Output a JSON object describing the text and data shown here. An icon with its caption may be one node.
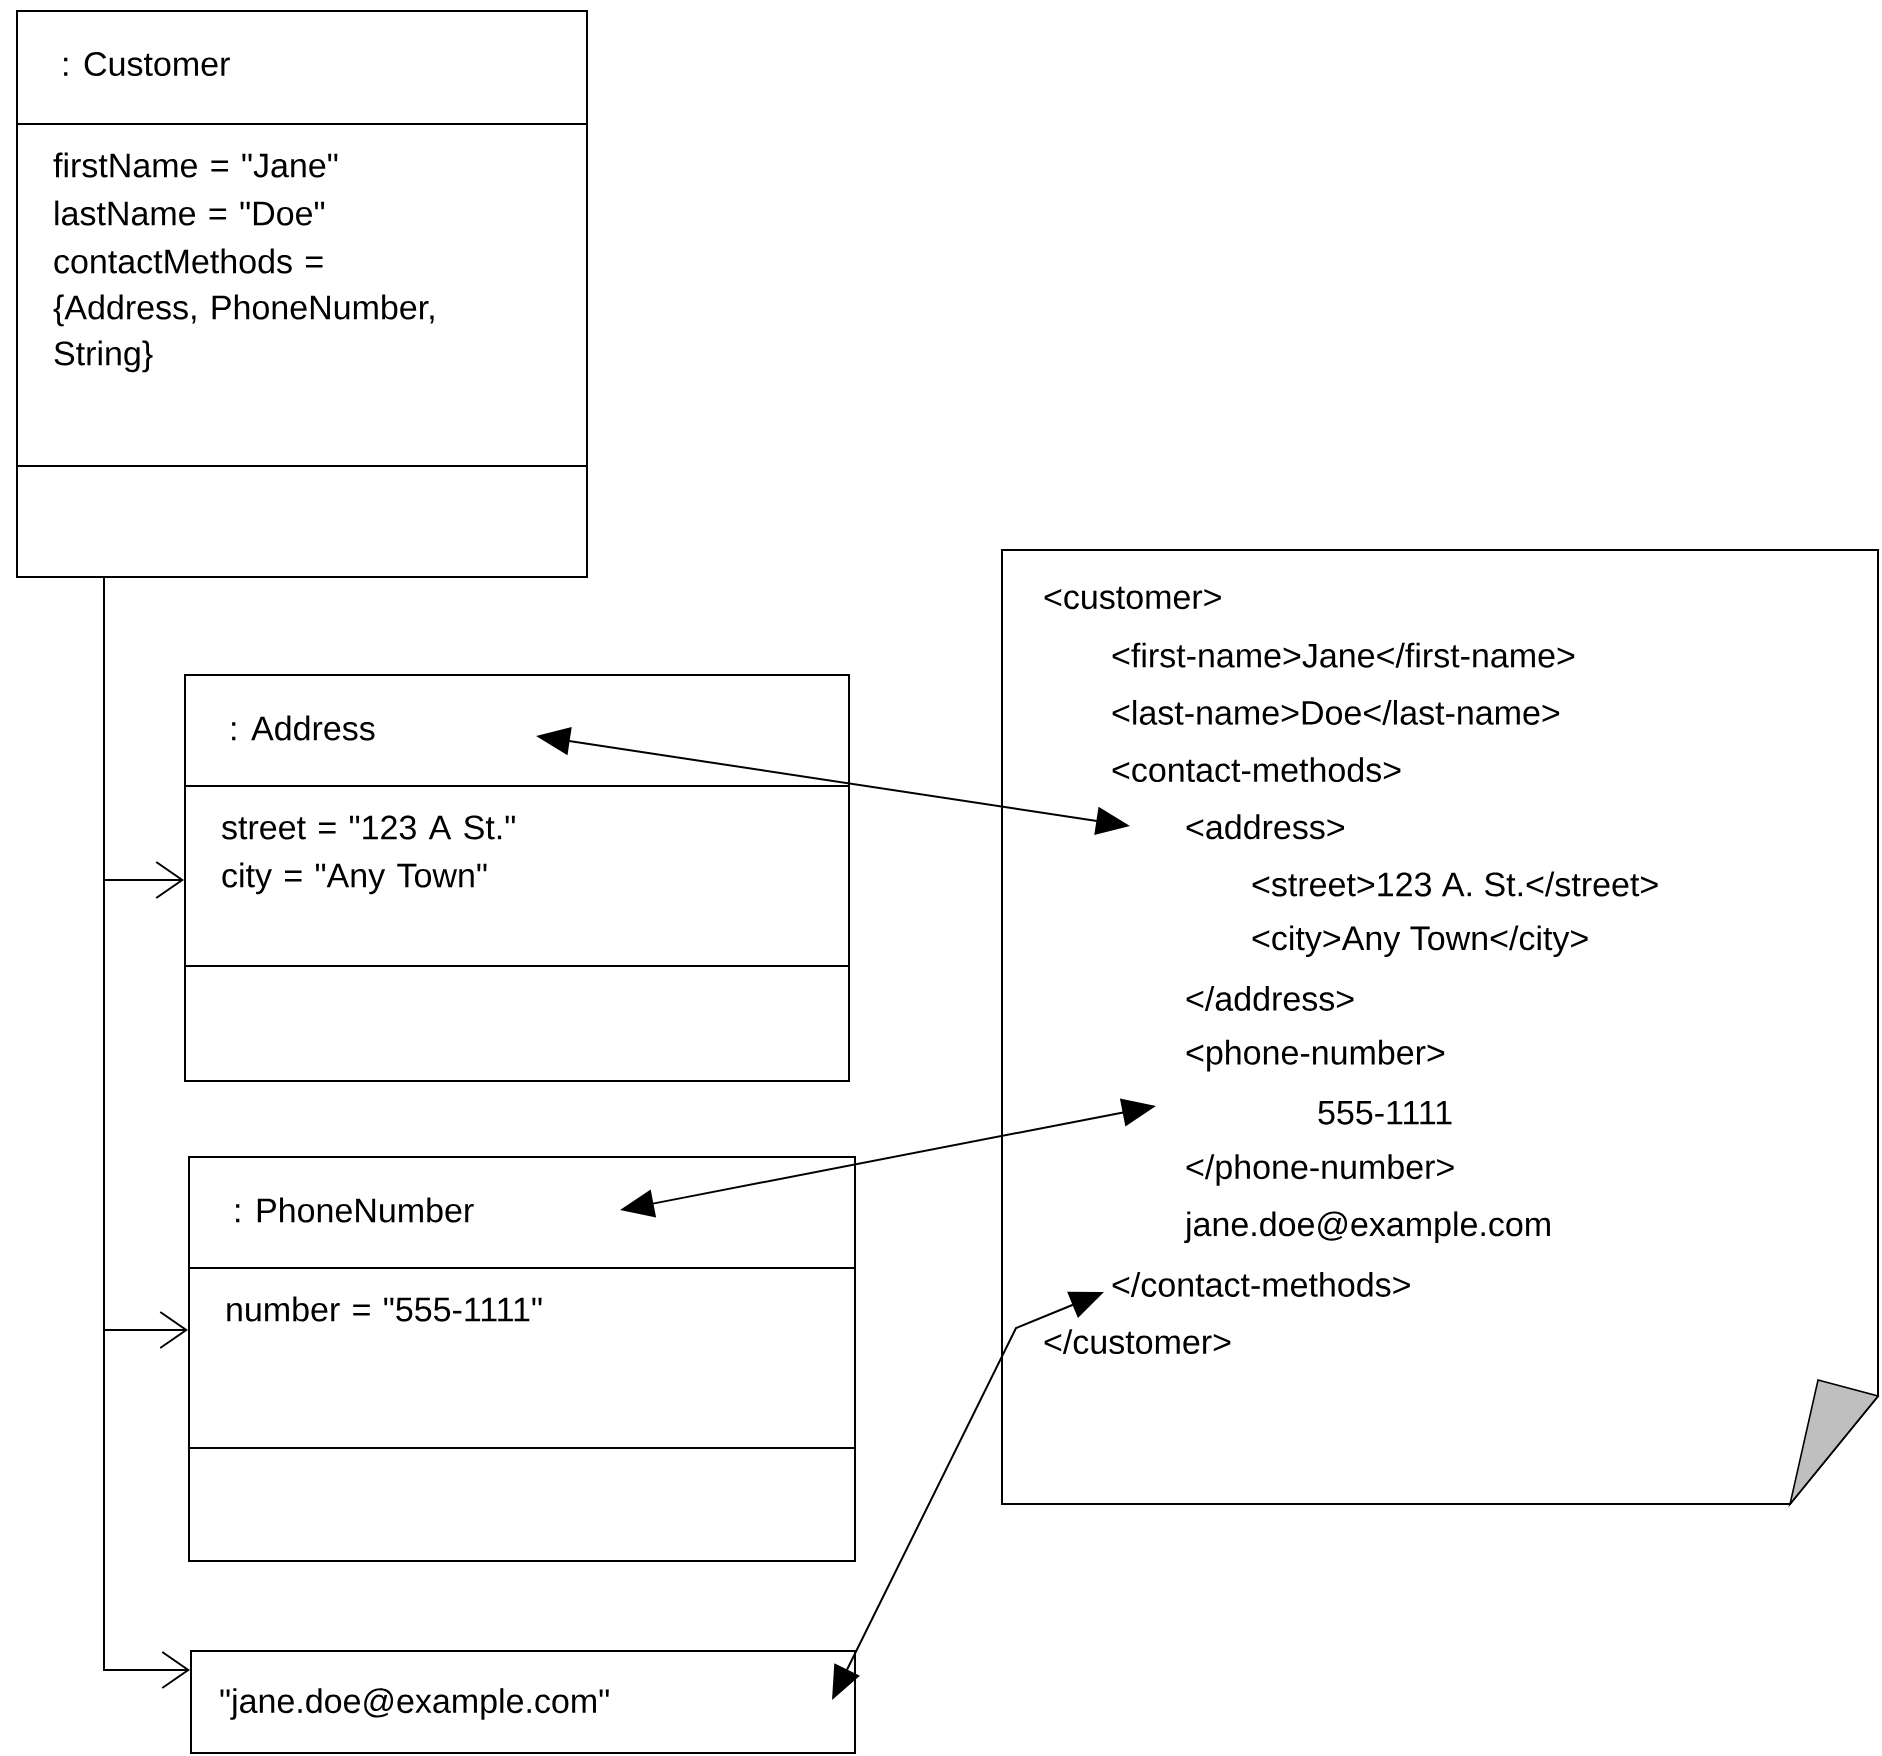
{
  "diagram": {
    "nodes": [
      {
        "text": [
          ": Customer",
          "firstName = \"Jane\"",
          "lastName = \"Doe\"",
          "contactMethods = {Address, PhoneNumber, String}"
        ]
      },
      {
        "text": [
          ": Address",
          "street = \"123 A St.\"",
          "city = \"Any Town\""
        ]
      },
      {
        "text": [
          ": PhoneNumber",
          "number = \"555-1111\""
        ]
      },
      {
        "text": [
          "\"jane.doe@example.com\""
        ]
      },
      {
        "text": [
          "<customer>",
          "<first-name>Jane</first-name>",
          "<last-name>Doe</last-name>",
          "<contact-methods>",
          "<address>",
          "<street>123 A. St.</street>",
          "<city>Any Town</city>",
          "</address>",
          "<phone-number>",
          "555-1111",
          "</phone-number>",
          "jane.doe@example.com",
          "</contact-methods>",
          "</customer>"
        ]
      }
    ],
    "edges": [
      {
        "from": 0,
        "to": 1,
        "arrow": "to"
      },
      {
        "from": 0,
        "to": 2,
        "arrow": "to"
      },
      {
        "from": 0,
        "to": 3,
        "arrow": "to"
      },
      {
        "from": 1,
        "to": 4,
        "arrow": "both"
      },
      {
        "from": 2,
        "to": 4,
        "arrow": "both"
      },
      {
        "from": 3,
        "to": 4,
        "arrow": "both"
      }
    ]
  }
}
